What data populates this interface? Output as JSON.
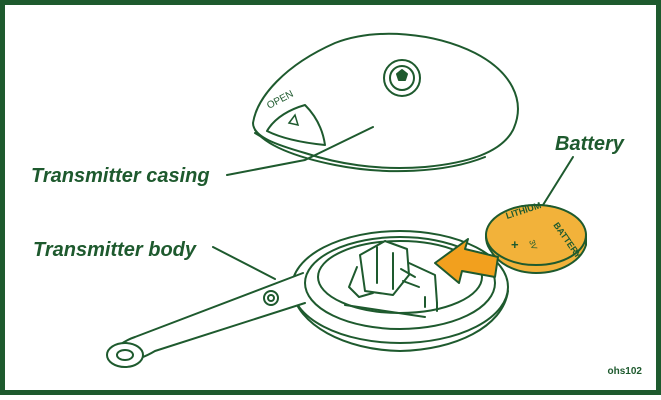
{
  "labels": {
    "transmitter_casing": "Transmitter casing",
    "battery": "Battery",
    "transmitter_body": "Transmitter body"
  },
  "casing_text": {
    "open": "OPEN"
  },
  "battery_text": {
    "brand_top": "LITHIUM",
    "brand_side": "BATTERY",
    "model": "3V",
    "polarity": "+"
  },
  "reference_code": "ohs102",
  "colors": {
    "line_art": "#1e5a2e",
    "frame": "#1e5a2e",
    "battery_fill": "#f2b23a",
    "arrow_fill": "#f2a01e",
    "label_text": "#1e5a2e"
  }
}
